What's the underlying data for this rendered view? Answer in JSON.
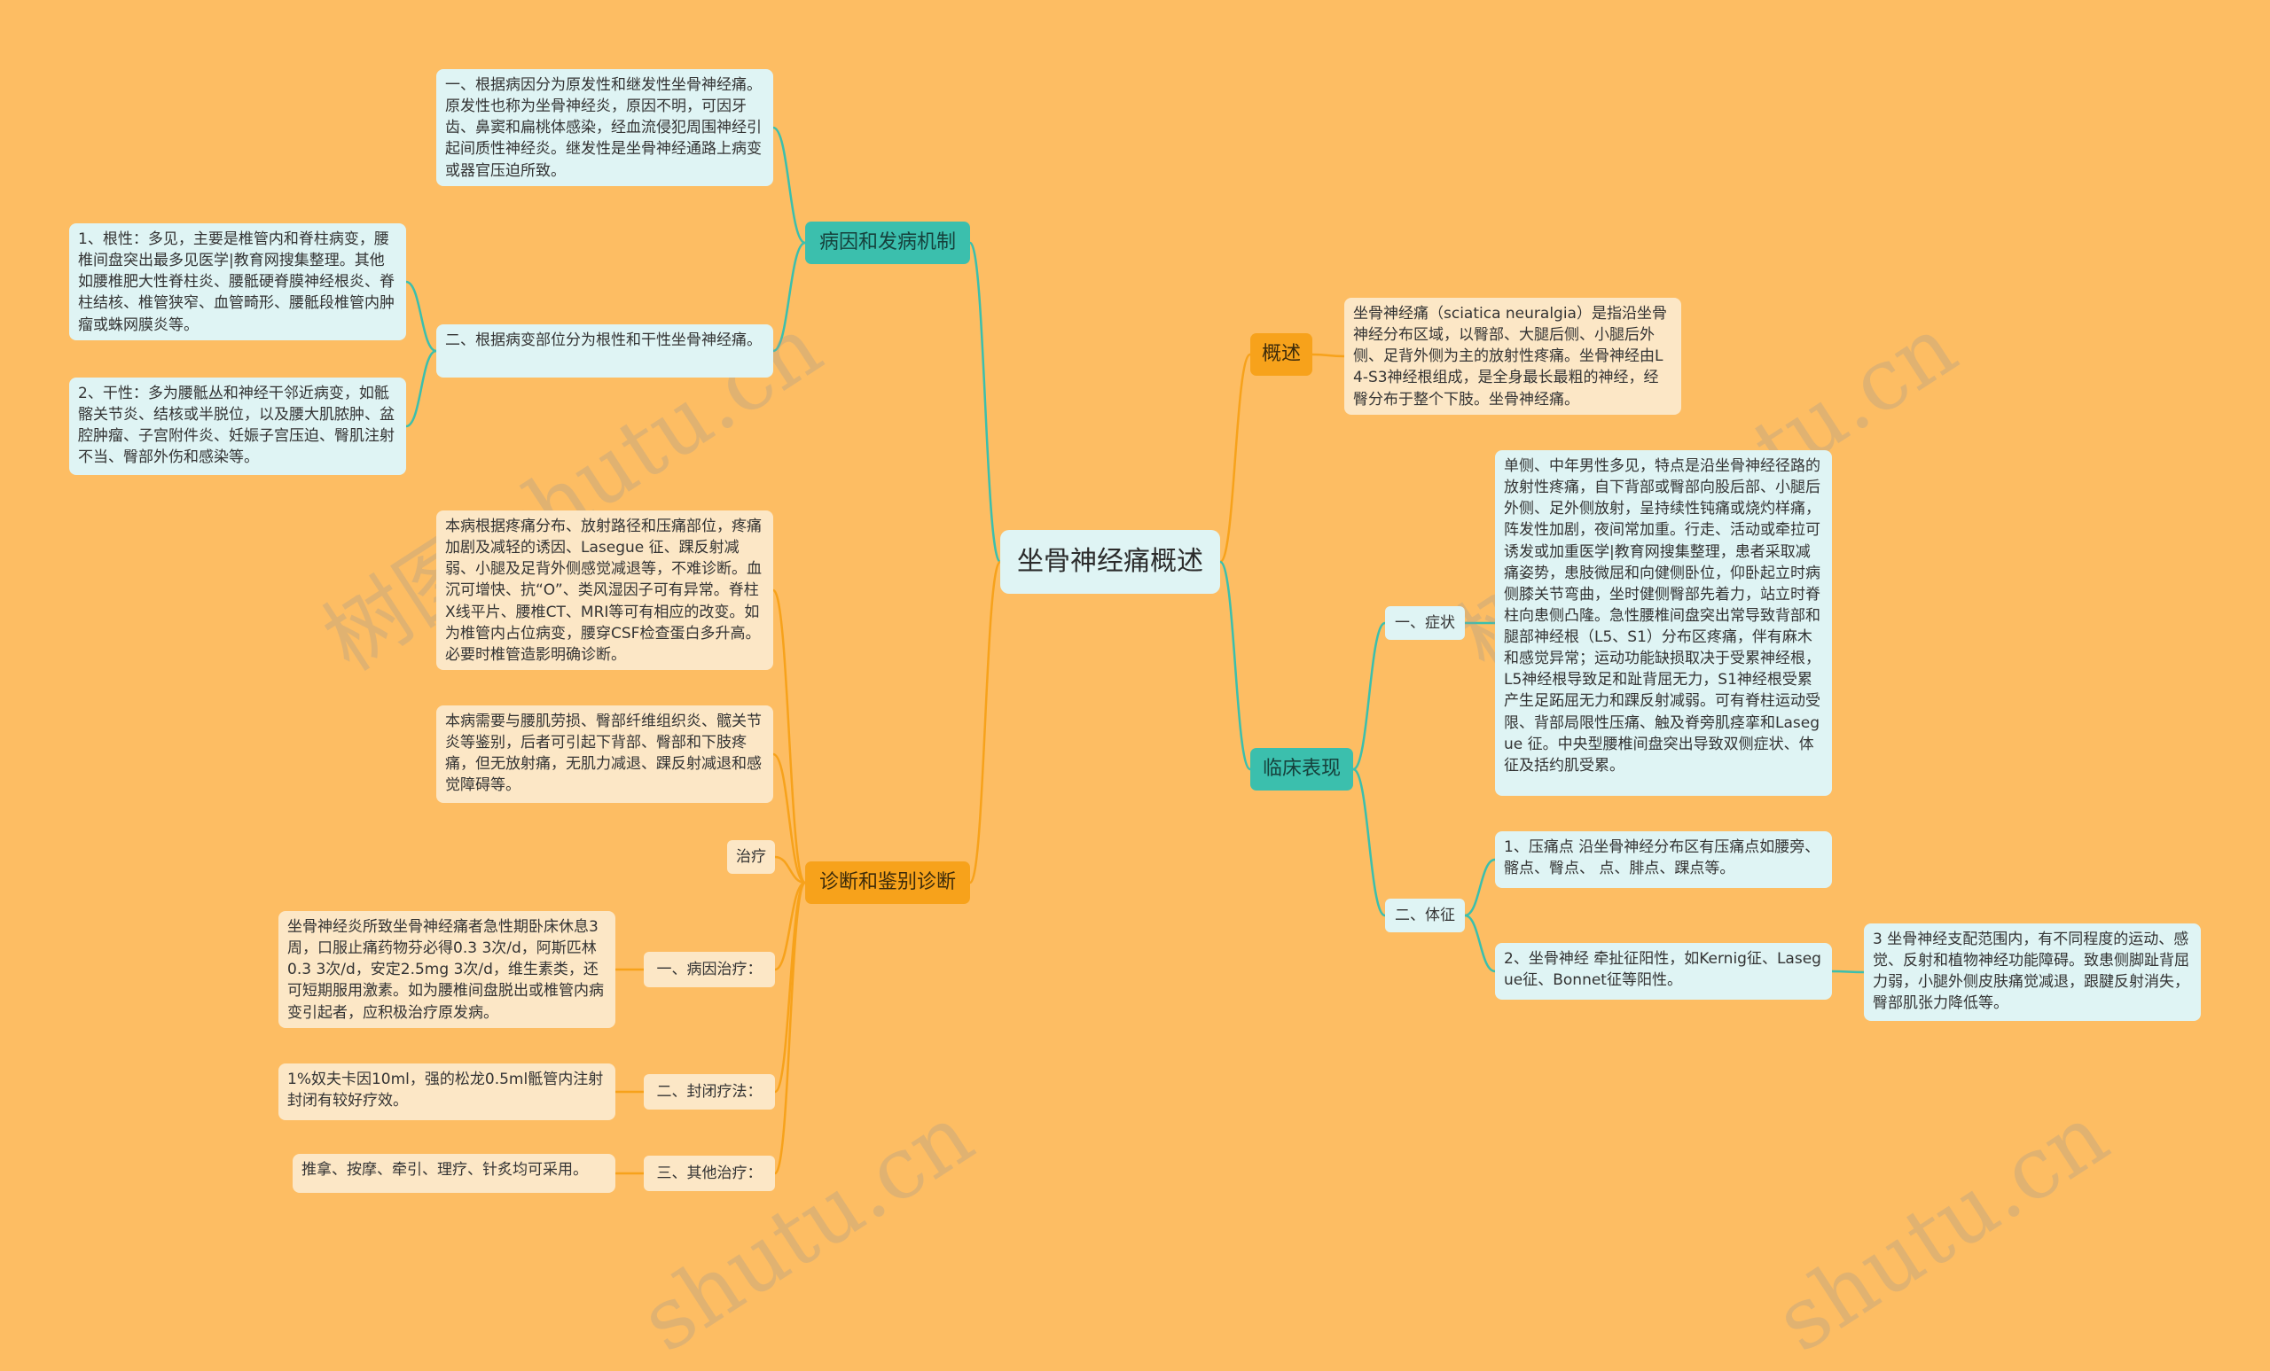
{
  "root": "坐骨神经痛概述",
  "branches": {
    "cause": "病因和发病机制",
    "overview": "概述",
    "clinical": "临床表现",
    "diagnosis": "诊断和鉴别诊断"
  },
  "cause": {
    "classification_1": "一、根据病因分为原发性和继发性坐骨神经痛。原发性也称为坐骨神经炎，原因不明，可因牙齿、鼻窦和扁桃体感染，经血流侵犯周围神经引起间质性神经炎。继发性是坐骨神经通路上病变或器官压迫所致。",
    "classification_2": "二、根据病变部位分为根性和干性坐骨神经痛。",
    "root_type": "1、根性：多见，主要是椎管内和脊柱病变，腰椎间盘突出最多见医学|教育网搜集整理。其他如腰椎肥大性脊柱炎、腰骶硬脊膜神经根炎、脊柱结核、椎管狭窄、血管畸形、腰骶段椎管内肿瘤或蛛网膜炎等。",
    "trunk_type": "2、干性：多为腰骶丛和神经干邻近病变，如骶髂关节炎、结核或半脱位，以及腰大肌脓肿、盆腔肿瘤、子宫附件炎、妊娠子宫压迫、臀肌注射不当、臀部外伤和感染等。"
  },
  "overview": {
    "text": "坐骨神经痛（sciatica neuralgia）是指沿坐骨神经分布区域，以臀部、大腿后侧、小腿后外侧、足背外侧为主的放射性疼痛。坐骨神经由L4-S3神经根组成，是全身最长最粗的神经，经臀分布于整个下肢。坐骨神经痛。"
  },
  "clinical": {
    "symptom_label": "一、症状",
    "symptom_text": "单侧、中年男性多见，特点是沿坐骨神经径路的放射性疼痛，自下背部或臀部向股后部、小腿后外侧、足外侧放射，呈持续性钝痛或烧灼样痛，阵发性加剧，夜间常加重。行走、活动或牵拉可诱发或加重医学|教育网搜集整理，患者采取减痛姿势，患肢微屈和向健侧卧位，仰卧起立时病侧膝关节弯曲，坐时健侧臀部先着力，站立时脊柱向患侧凸隆。急性腰椎间盘突出常导致背部和腿部神经根（L5、S1）分布区疼痛，伴有麻木和感觉异常；运动功能缺损取决于受累神经根，L5神经根导致足和趾背屈无力，S1神经根受累产生足跖屈无力和踝反射减弱。可有脊柱运动受限、背部局限性压痛、触及脊旁肌痉挛和Lasegue 征。中央型腰椎间盘突出导致双侧症状、体征及括约肌受累。",
    "sign_label": "二、体征",
    "sign_1": "1、压痛点 沿坐骨神经分布区有压痛点如腰旁、髂点、臀点、 点、腓点、踝点等。",
    "sign_2": "2、坐骨神经 牵扯征阳性，如Kernig征、Lasegue征、Bonnet征等阳性。",
    "sign_3": "3 坐骨神经支配范围内，有不同程度的运动、感觉、反射和植物神经功能障碍。致患侧脚趾背屈力弱，小腿外侧皮肤痛觉减退，跟腱反射消失，臀部肌张力降低等。"
  },
  "diagnosis": {
    "diagnosis_text": "本病根据疼痛分布、放射路径和压痛部位，疼痛加剧及减轻的诱因、Lasegue 征、踝反射减弱、小腿及足背外侧感觉减退等，不难诊断。血沉可增快、抗“O”、类风湿因子可有异常。脊柱X线平片、腰椎CT、MRI等可有相应的改变。如为椎管内占位病变，腰穿CSF检查蛋白多升高。必要时椎管造影明确诊断。",
    "differential_text": "本病需要与腰肌劳损、臀部纤维组织炎、髋关节炎等鉴别，后者可引起下背部、臀部和下肢疼痛，但无放射痛，无肌力减退、踝反射减退和感觉障碍等。",
    "treatment_label": "治疗",
    "cause_treatment_label": "一、病因治疗：",
    "cause_treatment_text": "坐骨神经炎所致坐骨神经痛者急性期卧床休息3周，口服止痛药物芬必得0.3 3次/d，阿斯匹林0.3 3次/d，安定2.5mg 3次/d，维生素类，还可短期服用激素。如为腰椎间盘脱出或椎管内病变引起者，应积极治疗原发病。",
    "block_label": "二、封闭疗法：",
    "block_text": "1%奴夫卡因10ml，强的松龙0.5ml骶管内注射封闭有较好疗效。",
    "other_label": "三、其他治疗：",
    "other_text": "推拿、按摩、牵引、理疗、针炙均可采用。"
  },
  "watermarks": [
    "树图 shutu.cn",
    "树图 shutu.cn",
    "shutu.cn",
    "shutu.cn"
  ],
  "colors": {
    "background": "#fdbd63",
    "teal_branch": "#3bbfad",
    "orange_branch": "#f7a21b",
    "blue_leaf": "#dff4f4",
    "cream_leaf": "#fce7c6"
  }
}
